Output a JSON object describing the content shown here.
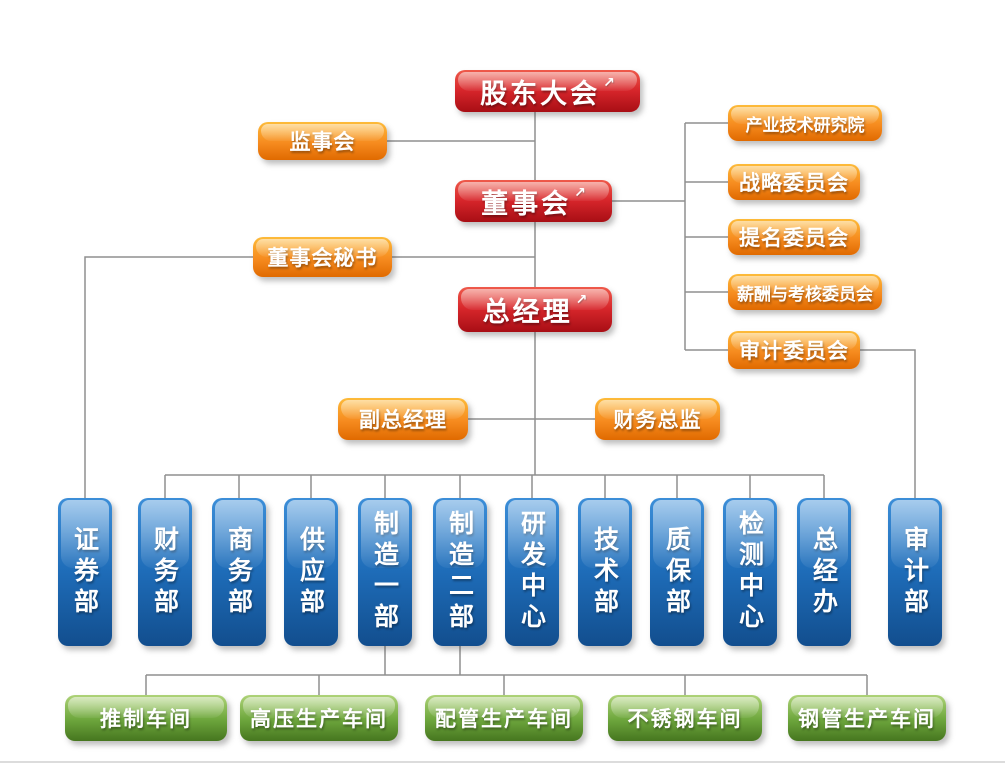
{
  "diagram": {
    "type": "organization-chart",
    "icons": {
      "flag_arrow": "↗"
    },
    "colors": {
      "red_node": "#d7262b",
      "orange_node": "#f68b1f",
      "blue_node": "#1e6cb8",
      "green_node": "#6fa83e",
      "connector": "#8f8f8f"
    },
    "top": {
      "shareholders": "股东大会",
      "supervisory_board": "监事会",
      "board_of_directors": "董事会",
      "board_secretary": "董事会秘书",
      "general_manager": "总经理",
      "deputy_general_manager": "副总经理",
      "finance_director": "财务总监"
    },
    "committees": [
      "产业技术研究院",
      "战略委员会",
      "提名委员会",
      "薪酬与考核委员会",
      "审计委员会"
    ],
    "departments": [
      "证券部",
      "财务部",
      "商务部",
      "供应部",
      "制造一部",
      "制造二部",
      "研发中心",
      "技术部",
      "质保部",
      "检测中心",
      "总经办",
      "审计部"
    ],
    "workshops": [
      "推制车间",
      "高压生产车间",
      "配管生产车间",
      "不锈钢车间",
      "钢管生产车间"
    ]
  }
}
